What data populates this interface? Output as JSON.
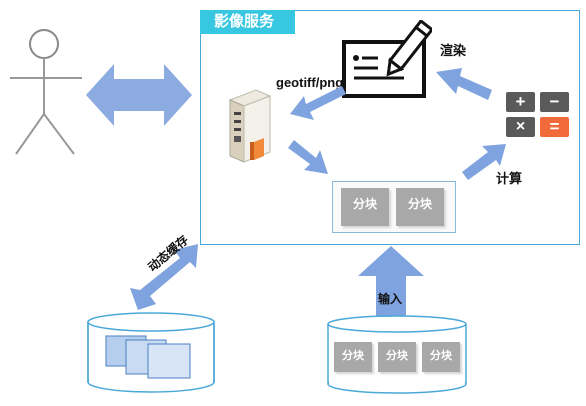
{
  "panel": {
    "title": "影像服务"
  },
  "labels": {
    "render": "渲染",
    "format": "geotiff/png",
    "compute": "计算",
    "cache": "动态缓存",
    "input": "输入"
  },
  "tiles": {
    "server_side": [
      "分块",
      "分块"
    ],
    "input_db": [
      "分块",
      "分块",
      "分块"
    ]
  },
  "calculator": {
    "plus": "+",
    "minus": "−",
    "times": "×",
    "equals": "="
  },
  "colors": {
    "accent": "#38c7e0",
    "arrow": "#7fa3de",
    "panel_border": "#4aa8d8",
    "equals_key": "#f06a3a"
  }
}
